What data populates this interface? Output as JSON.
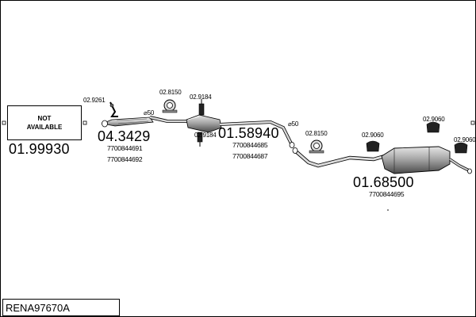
{
  "not_available_part": {
    "text": "NOT\nAVAILABLE",
    "number": "01.99930"
  },
  "front_pipe": {
    "number": "04.3429",
    "oem_refs": [
      "7700844691",
      "7700844692"
    ],
    "hanger_ref": "02.9261",
    "diameter_label": "⌀50"
  },
  "centre_silencer": {
    "number": "01.58940",
    "oem_refs": [
      "7700844685",
      "7700844687"
    ],
    "clamp_ref": "02.8150",
    "mount_refs": [
      "02.9184",
      "02.9184"
    ]
  },
  "intermediate_pipe": {
    "diameter_label": "⌀50",
    "clamp_ref": "02.8150"
  },
  "rear_silencer": {
    "number": "01.68500",
    "oem_ref": "7700844695",
    "mount_refs": [
      "02.9060",
      "02.9060",
      "02.9060"
    ]
  },
  "reference": "RENA97670A",
  "colors": {
    "line": "#000000",
    "part_fill": "#b8b8b8",
    "part_shade": "#6a6a6a"
  }
}
